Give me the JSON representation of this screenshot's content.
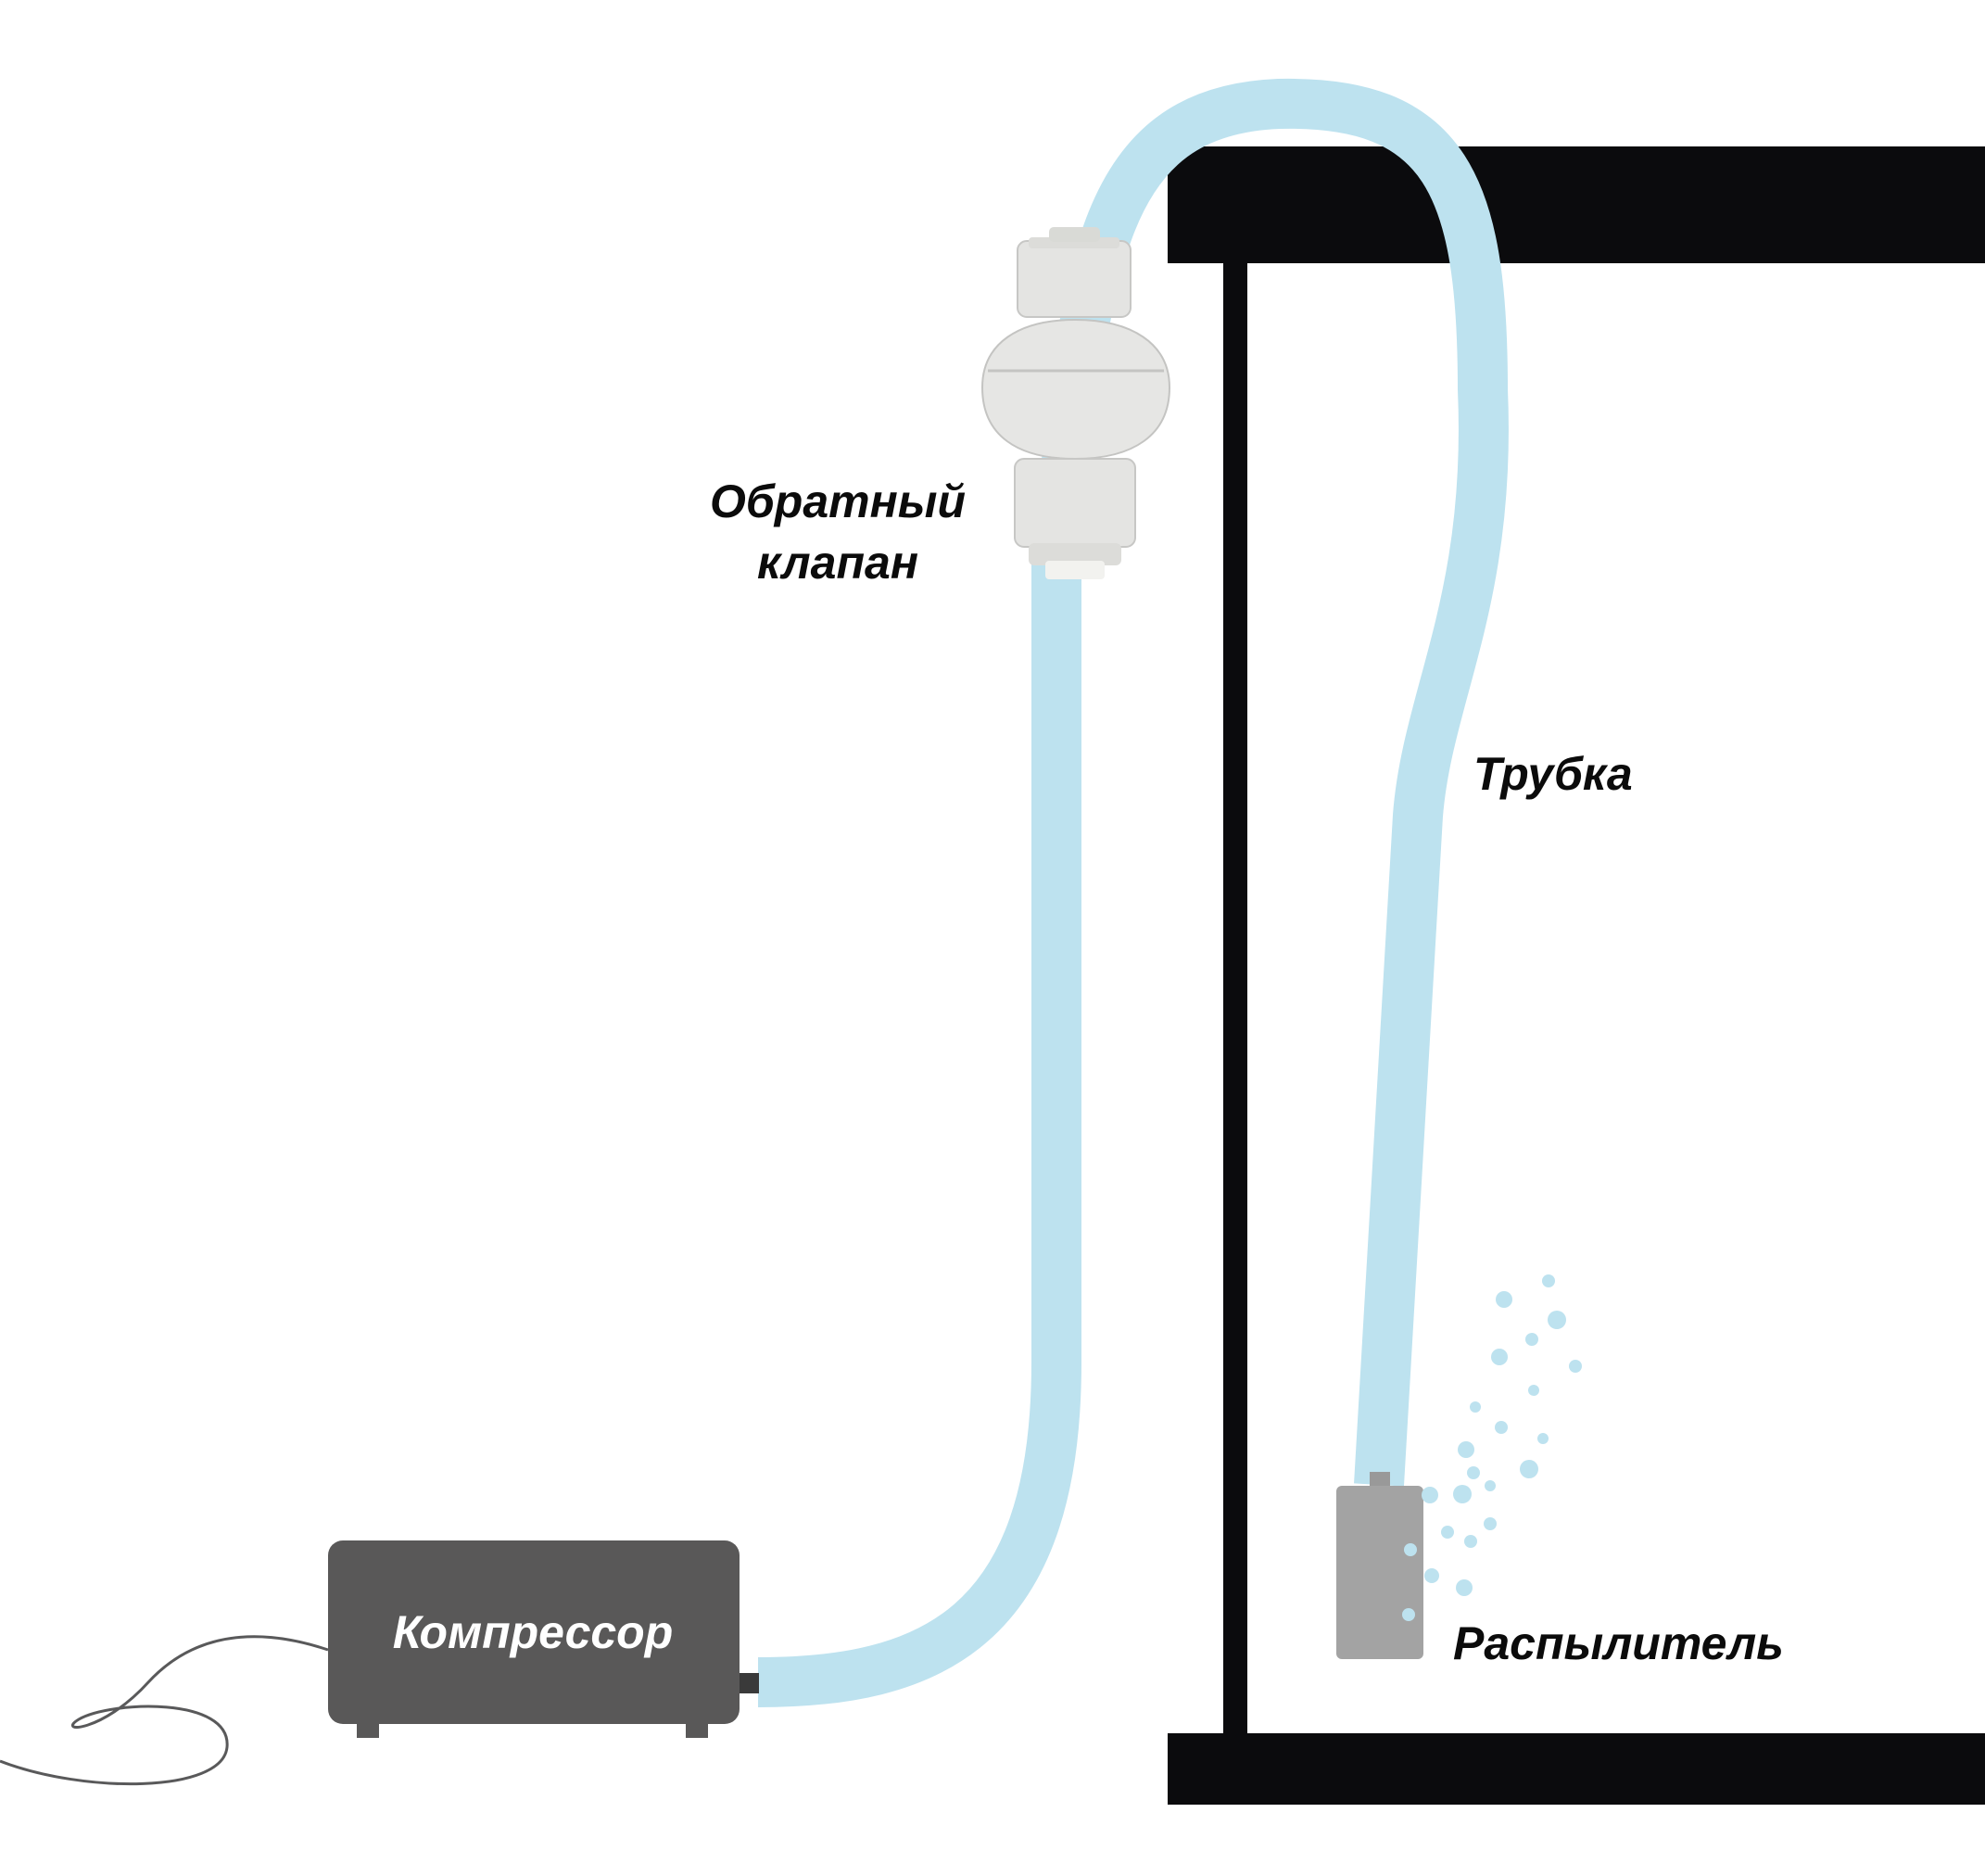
{
  "labels": {
    "check_valve_line1": "Обратный",
    "check_valve_line2": "клапан",
    "tube": "Трубка",
    "compressor": "Компрессор",
    "sprayer": "Распылитель"
  },
  "colors": {
    "tube": "#bde2ef",
    "aquarium_frame": "#0b0b0d",
    "compressor_body": "#595858",
    "sprayer_body": "#a3a3a3",
    "valve_body": "#e4e4e2",
    "bubbles": "#bde2ef",
    "power_cord": "#59595a"
  }
}
